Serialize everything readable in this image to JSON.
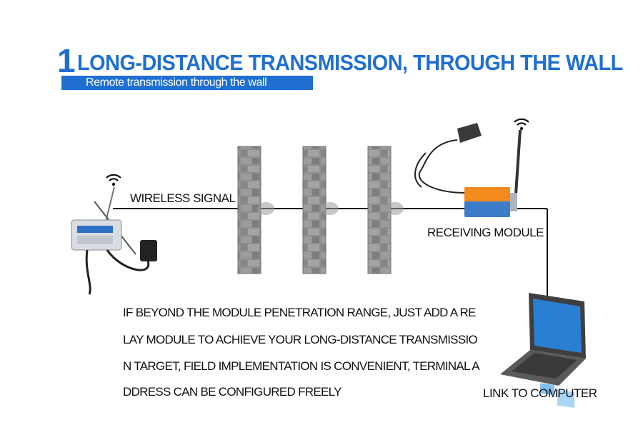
{
  "header": {
    "number": "1",
    "title": "LONG-DISTANCE TRANSMISSION, THROUGH THE WALL",
    "subtitle": "Remote transmission through the wall"
  },
  "labels": {
    "wireless_signal": "WIRELESS SIGNAL",
    "receiving_module": "RECEIVING MODULE",
    "link_to_computer": "LINK TO COMPUTER"
  },
  "description": {
    "lines": [
      "IF BEYOND THE MODULE PENETRATION RANGE, JUST ADD A RE",
      "LAY MODULE TO ACHIEVE YOUR LONG-DISTANCE TRANSMISSIO",
      "N TARGET, FIELD IMPLEMENTATION IS CONVENIENT, TERMINAL A",
      "DDRESS CAN BE CONFIGURED FREELY"
    ]
  },
  "colors": {
    "accent": "#1f6fd1",
    "wall": "#8c8c8c",
    "module_orange": "#f28a1e",
    "module_blue": "#3d7cc9",
    "laptop": "#4a4a4a",
    "screen": "#2a7fd4"
  }
}
